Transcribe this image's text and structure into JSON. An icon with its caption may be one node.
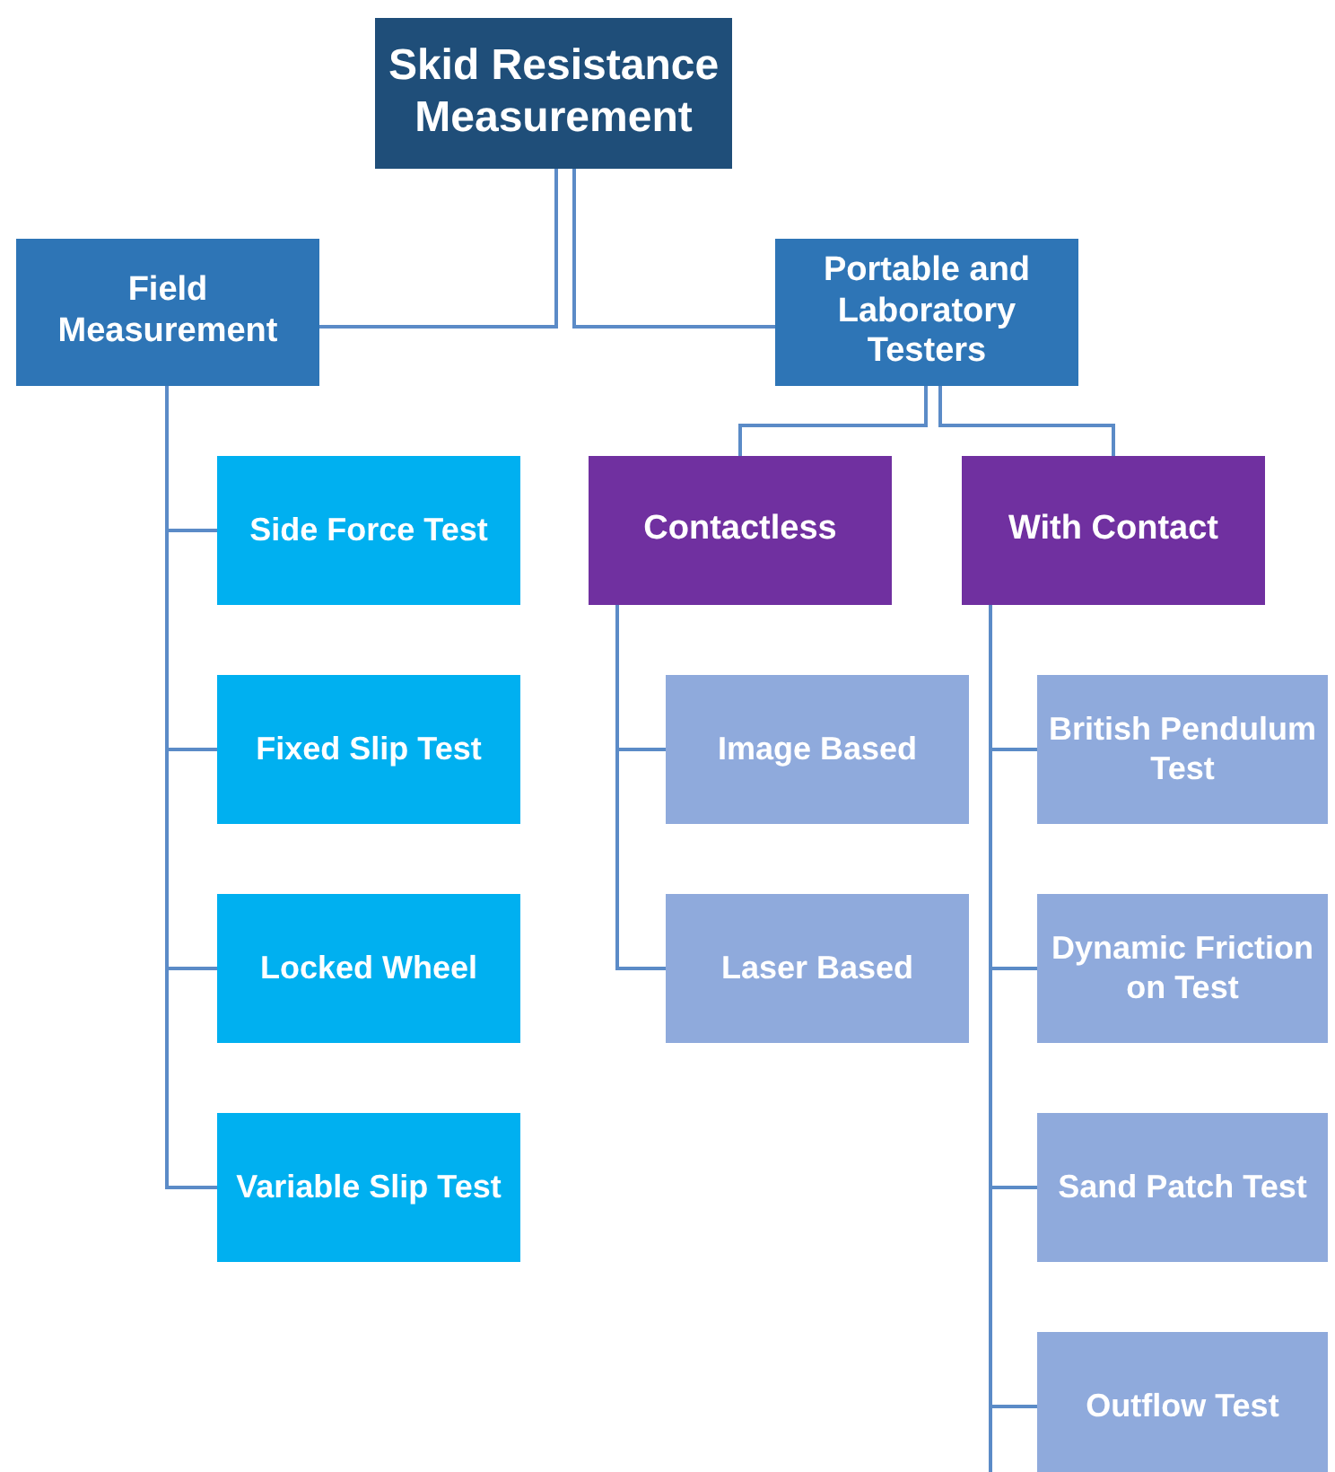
{
  "diagram": {
    "nodes": [
      {
        "text": [
          "Skid Resistance Measurement"
        ]
      },
      {
        "text": [
          "Field Measurement"
        ]
      },
      {
        "text": [
          "Portable and Laboratory Testers"
        ]
      },
      {
        "text": [
          "Side Force Test"
        ]
      },
      {
        "text": [
          "Fixed Slip Test"
        ]
      },
      {
        "text": [
          "Locked Wheel"
        ]
      },
      {
        "text": [
          "Variable Slip Test"
        ]
      },
      {
        "text": [
          "Contactless"
        ]
      },
      {
        "text": [
          "With Contact"
        ]
      },
      {
        "text": [
          "Image Based"
        ]
      },
      {
        "text": [
          "Laser Based"
        ]
      },
      {
        "text": [
          "British Pendulum Test"
        ]
      },
      {
        "text": [
          "Dynamic Friction on Test"
        ]
      },
      {
        "text": [
          "Sand Patch Test"
        ]
      },
      {
        "text": [
          "Outflow Test"
        ]
      }
    ],
    "edges": [
      {
        "from": 0,
        "to": 1,
        "arrow": "none"
      },
      {
        "from": 0,
        "to": 2,
        "arrow": "none"
      },
      {
        "from": 1,
        "to": 3,
        "arrow": "none"
      },
      {
        "from": 1,
        "to": 4,
        "arrow": "none"
      },
      {
        "from": 1,
        "to": 5,
        "arrow": "none"
      },
      {
        "from": 1,
        "to": 6,
        "arrow": "none"
      },
      {
        "from": 2,
        "to": 7,
        "arrow": "none"
      },
      {
        "from": 2,
        "to": 8,
        "arrow": "none"
      },
      {
        "from": 7,
        "to": 9,
        "arrow": "none"
      },
      {
        "from": 7,
        "to": 10,
        "arrow": "none"
      },
      {
        "from": 8,
        "to": 11,
        "arrow": "none"
      },
      {
        "from": 8,
        "to": 12,
        "arrow": "none"
      },
      {
        "from": 8,
        "to": 13,
        "arrow": "none"
      },
      {
        "from": 8,
        "to": 14,
        "arrow": "none"
      }
    ]
  }
}
